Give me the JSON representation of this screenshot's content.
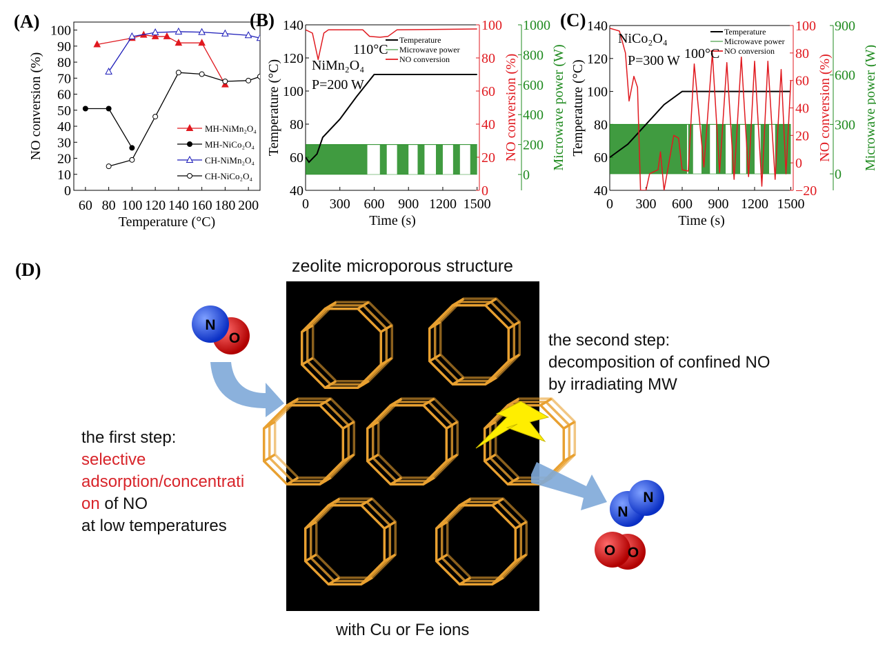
{
  "panel_labels": {
    "a": "(A)",
    "b": "(B)",
    "c": "(C)",
    "d": "(D)"
  },
  "colors": {
    "red": "#e0191f",
    "black": "#000000",
    "blue": "#1a1ab8",
    "green": "#1f8a1f",
    "orange": "#e8a030"
  },
  "chart_data": [
    {
      "id": "A",
      "type": "line",
      "xlabel": "Temperature (°C)",
      "ylabel": "NO conversion (%)",
      "xlim": [
        50,
        210
      ],
      "ylim": [
        0,
        105
      ],
      "xticks": [
        60,
        80,
        100,
        120,
        140,
        160,
        180,
        200
      ],
      "yticks": [
        0,
        10,
        20,
        30,
        40,
        50,
        60,
        70,
        80,
        90,
        100
      ],
      "legend_position": "lower-right",
      "series": [
        {
          "name": "MH-NiMn₂O₄",
          "color": "#e0191f",
          "marker": "filled-triangle",
          "x": [
            70,
            100,
            110,
            120,
            130,
            140,
            160,
            180
          ],
          "y": [
            91,
            95,
            97,
            96,
            96,
            92,
            92,
            66
          ]
        },
        {
          "name": "MH-NiCo₂O₄",
          "color": "#000000",
          "marker": "filled-circle",
          "x": [
            60,
            80,
            100
          ],
          "y": [
            51,
            51,
            26.5
          ]
        },
        {
          "name": "CH-NiMn₂O₄",
          "color": "#1a1ab8",
          "marker": "open-triangle",
          "x": [
            80,
            100,
            120,
            140,
            160,
            180,
            200,
            210
          ],
          "y": [
            74,
            96,
            98.5,
            99,
            98.7,
            97.8,
            96.7,
            95
          ]
        },
        {
          "name": "CH-NiCo₂O₄",
          "color": "#000000",
          "marker": "open-circle",
          "x": [
            80,
            100,
            120,
            140,
            160,
            180,
            200,
            210
          ],
          "y": [
            15,
            19,
            46,
            73.5,
            72.5,
            68,
            68.5,
            71
          ]
        }
      ]
    },
    {
      "id": "B",
      "type": "line",
      "xlabel": "Time (s)",
      "ylabel": "Temperature (°C)",
      "ylabel_right": "NO conversion (%)",
      "ylabel_right2": "Microwave power (W)",
      "xlim": [
        0,
        1520
      ],
      "ylim": [
        40,
        140
      ],
      "ylim_right": [
        0,
        100
      ],
      "ylim_right2": [
        -106,
        1000
      ],
      "xticks": [
        0,
        300,
        600,
        900,
        1200,
        1500
      ],
      "yticks": [
        40,
        60,
        80,
        100,
        120,
        140
      ],
      "yticks_right": [
        0,
        20,
        40,
        60,
        80,
        100
      ],
      "yticks_right2": [
        0,
        200,
        400,
        600,
        800,
        1000
      ],
      "annotations": [
        "NiMn₂O₄",
        "P=200 W",
        "110°C"
      ],
      "legend_position": "top-right",
      "series": [
        {
          "name": "Temperature",
          "axis": "left",
          "color": "#000000",
          "x": [
            0,
            30,
            100,
            150,
            300,
            450,
            600,
            1500
          ],
          "y": [
            60,
            57,
            62,
            72,
            83,
            97,
            110,
            110
          ]
        },
        {
          "name": "Microwave power",
          "axis": "right2",
          "color": "#1f8a1f",
          "power_level_W": 200,
          "on_intervals_s": [
            [
              0,
              540
            ],
            [
              650,
              710
            ],
            [
              800,
              900
            ],
            [
              980,
              1040
            ],
            [
              1140,
              1200
            ],
            [
              1290,
              1350
            ],
            [
              1440,
              1500
            ]
          ]
        },
        {
          "name": "NO conversion",
          "axis": "right",
          "color": "#e0191f",
          "x": [
            0,
            60,
            110,
            160,
            200,
            500,
            560,
            650,
            720,
            800,
            1500
          ],
          "y": [
            97,
            95,
            79,
            95,
            97,
            97,
            93,
            92.5,
            93,
            97,
            97.5
          ]
        }
      ]
    },
    {
      "id": "C",
      "type": "line",
      "xlabel": "Time (s)",
      "ylabel": "Temperature (°C)",
      "ylabel_right": "NO conversion (%)",
      "ylabel_right2": "Microwave power (W)",
      "xlim": [
        0,
        1520
      ],
      "ylim": [
        40,
        140
      ],
      "ylim_right": [
        -20,
        100
      ],
      "ylim_right2": [
        -100,
        900
      ],
      "xticks": [
        0,
        300,
        600,
        900,
        1200,
        1500
      ],
      "yticks": [
        40,
        60,
        80,
        100,
        120,
        140
      ],
      "yticks_right": [
        -20,
        0,
        20,
        40,
        60,
        80,
        100
      ],
      "yticks_right2": [
        0,
        300,
        600,
        900
      ],
      "annotations": [
        "NiCo₂O₄",
        "P=300 W",
        "100°C"
      ],
      "legend_position": "top-right",
      "series": [
        {
          "name": "Temperature",
          "axis": "left",
          "color": "#000000",
          "x": [
            0,
            150,
            300,
            450,
            600,
            1500
          ],
          "y": [
            60,
            68,
            80,
            92,
            100,
            100
          ]
        },
        {
          "name": "Microwave power",
          "axis": "right2",
          "color": "#1f8a1f",
          "power_level_W": 300,
          "on_intervals_s": [
            [
              0,
              640
            ],
            [
              650,
              690
            ],
            [
              760,
              830
            ],
            [
              880,
              960
            ],
            [
              1010,
              1080
            ],
            [
              1130,
              1200
            ],
            [
              1250,
              1320
            ],
            [
              1370,
              1500
            ]
          ]
        },
        {
          "name": "NO conversion",
          "axis": "right",
          "color": "#e0191f",
          "x": [
            0,
            80,
            130,
            160,
            200,
            230,
            255,
            300,
            330,
            400,
            420,
            450,
            530,
            570,
            600,
            650,
            700,
            780,
            850,
            910,
            970,
            1030,
            1090,
            1150,
            1200,
            1260,
            1310,
            1370,
            1420,
            1460,
            1500
          ],
          "y": [
            98,
            96,
            80,
            45,
            63,
            55,
            -20,
            -20,
            -8,
            -5,
            8,
            -20,
            20,
            18,
            -5,
            -6,
            72,
            -3,
            80,
            -7,
            73,
            -12,
            77,
            -10,
            74,
            -17,
            74,
            -12,
            68,
            -8,
            60
          ]
        }
      ]
    }
  ],
  "diagram": {
    "title": "zeolite microporous structure",
    "caption": "with Cu or Fe ions",
    "first_step": {
      "line1": "the first step:",
      "highlight1": "selective",
      "highlight2": "adsorption/concentrati",
      "highlight3": "on",
      "tail3": " of NO",
      "line5": "at low temperatures"
    },
    "second_step": {
      "line1": "the second step:",
      "line2": "decomposition of confined NO",
      "line3": "by irradiating MW"
    },
    "molecule_no": {
      "atom1": "N",
      "atom2": "O"
    },
    "molecule_n2": {
      "atom1": "N",
      "atom2": "N"
    },
    "molecule_o2": {
      "atom1": "O",
      "atom2": "O"
    }
  }
}
